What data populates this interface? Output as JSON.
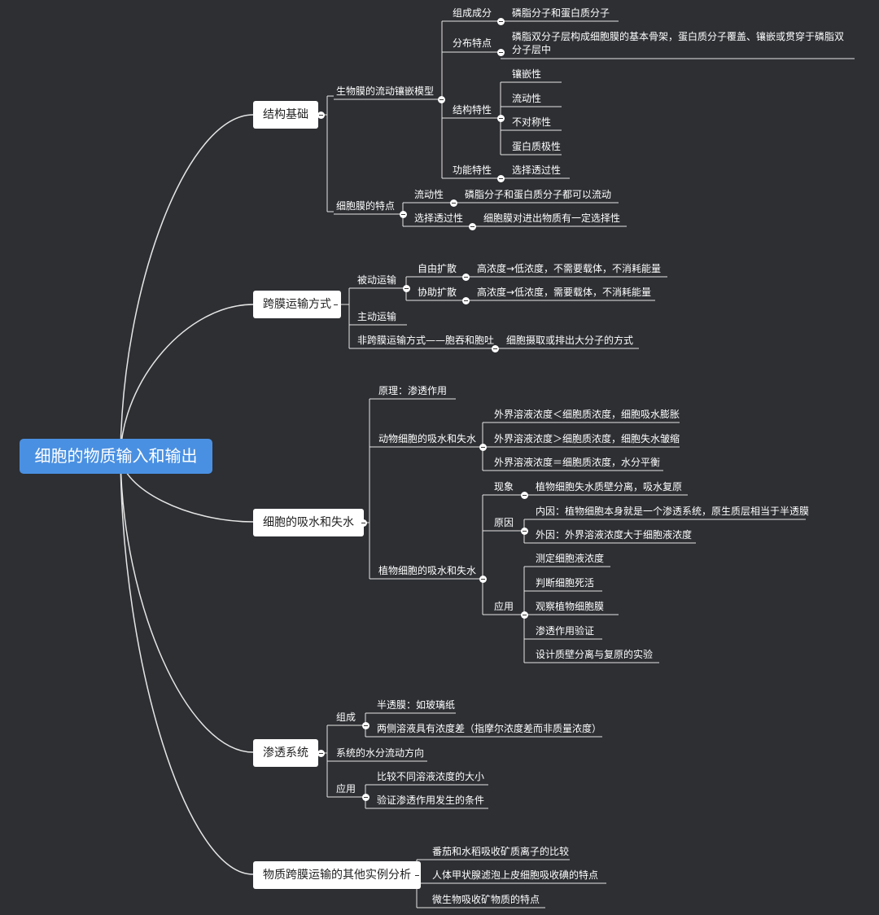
{
  "root": {
    "label": "细胞的物质输入和输出"
  },
  "branches": [
    {
      "label": "结构基础",
      "children": [
        {
          "label": "生物膜的流动镶嵌模型",
          "children": [
            {
              "label": "组成成分",
              "children": [
                {
                  "label": "磷脂分子和蛋白质分子"
                }
              ]
            },
            {
              "label": "分布特点",
              "children": [
                {
                  "label": "磷脂双分子层构成细胞膜的基本骨架，蛋白质分子覆盖、镶嵌或贯穿于磷脂双分子层中"
                }
              ]
            },
            {
              "label": "结构特性",
              "children": [
                {
                  "label": "镶嵌性"
                },
                {
                  "label": "流动性"
                },
                {
                  "label": "不对称性"
                },
                {
                  "label": "蛋白质极性"
                }
              ]
            },
            {
              "label": "功能特性",
              "children": [
                {
                  "label": "选择透过性"
                }
              ]
            }
          ]
        },
        {
          "label": "细胞膜的特点",
          "children": [
            {
              "label": "流动性",
              "children": [
                {
                  "label": "磷脂分子和蛋白质分子都可以流动"
                }
              ]
            },
            {
              "label": "选择透过性",
              "children": [
                {
                  "label": "细胞膜对进出物质有一定选择性"
                }
              ]
            }
          ]
        }
      ]
    },
    {
      "label": "跨膜运输方式",
      "children": [
        {
          "label": "被动运输",
          "children": [
            {
              "label": "自由扩散",
              "children": [
                {
                  "label": "高浓度→低浓度，不需要载体，不消耗能量"
                }
              ]
            },
            {
              "label": "协助扩散",
              "children": [
                {
                  "label": "高浓度→低浓度，需要载体，不消耗能量"
                }
              ]
            }
          ]
        },
        {
          "label": "主动运输"
        },
        {
          "label": "非跨膜运输方式——胞吞和胞吐",
          "children": [
            {
              "label": "细胞摄取或排出大分子的方式"
            }
          ]
        }
      ]
    },
    {
      "label": "细胞的吸水和失水",
      "children": [
        {
          "label": "原理：渗透作用"
        },
        {
          "label": "动物细胞的吸水和失水",
          "children": [
            {
              "label": "外界溶液浓度＜细胞质浓度，细胞吸水膨胀"
            },
            {
              "label": "外界溶液浓度＞细胞质浓度，细胞失水皱缩"
            },
            {
              "label": "外界溶液浓度＝细胞质浓度，水分平衡"
            }
          ]
        },
        {
          "label": "植物细胞的吸水和失水",
          "children": [
            {
              "label": "现象",
              "children": [
                {
                  "label": "植物细胞失水质壁分离，吸水复原"
                }
              ]
            },
            {
              "label": "原因",
              "children": [
                {
                  "label": "内因：植物细胞本身就是一个渗透系统，原生质层相当于半透膜"
                },
                {
                  "label": "外因：外界溶液浓度大于细胞液浓度"
                }
              ]
            },
            {
              "label": "应用",
              "children": [
                {
                  "label": "测定细胞液浓度"
                },
                {
                  "label": "判断细胞死活"
                },
                {
                  "label": "观察植物细胞膜"
                },
                {
                  "label": "渗透作用验证"
                },
                {
                  "label": "设计质壁分离与复原的实验"
                }
              ]
            }
          ]
        }
      ]
    },
    {
      "label": "渗透系统",
      "children": [
        {
          "label": "组成",
          "children": [
            {
              "label": "半透膜：如玻璃纸"
            },
            {
              "label": "两侧溶液具有浓度差（指摩尔浓度差而非质量浓度）"
            }
          ]
        },
        {
          "label": "系统的水分流动方向"
        },
        {
          "label": "应用",
          "children": [
            {
              "label": "比较不同溶液浓度的大小"
            },
            {
              "label": "验证渗透作用发生的条件"
            }
          ]
        }
      ]
    },
    {
      "label": "物质跨膜运输的其他实例分析",
      "children": [
        {
          "label": "番茄和水稻吸收矿质离子的比较"
        },
        {
          "label": "人体甲状腺滤泡上皮细胞吸收碘的特点"
        },
        {
          "label": "微生物吸收矿物质的特点"
        }
      ]
    }
  ]
}
